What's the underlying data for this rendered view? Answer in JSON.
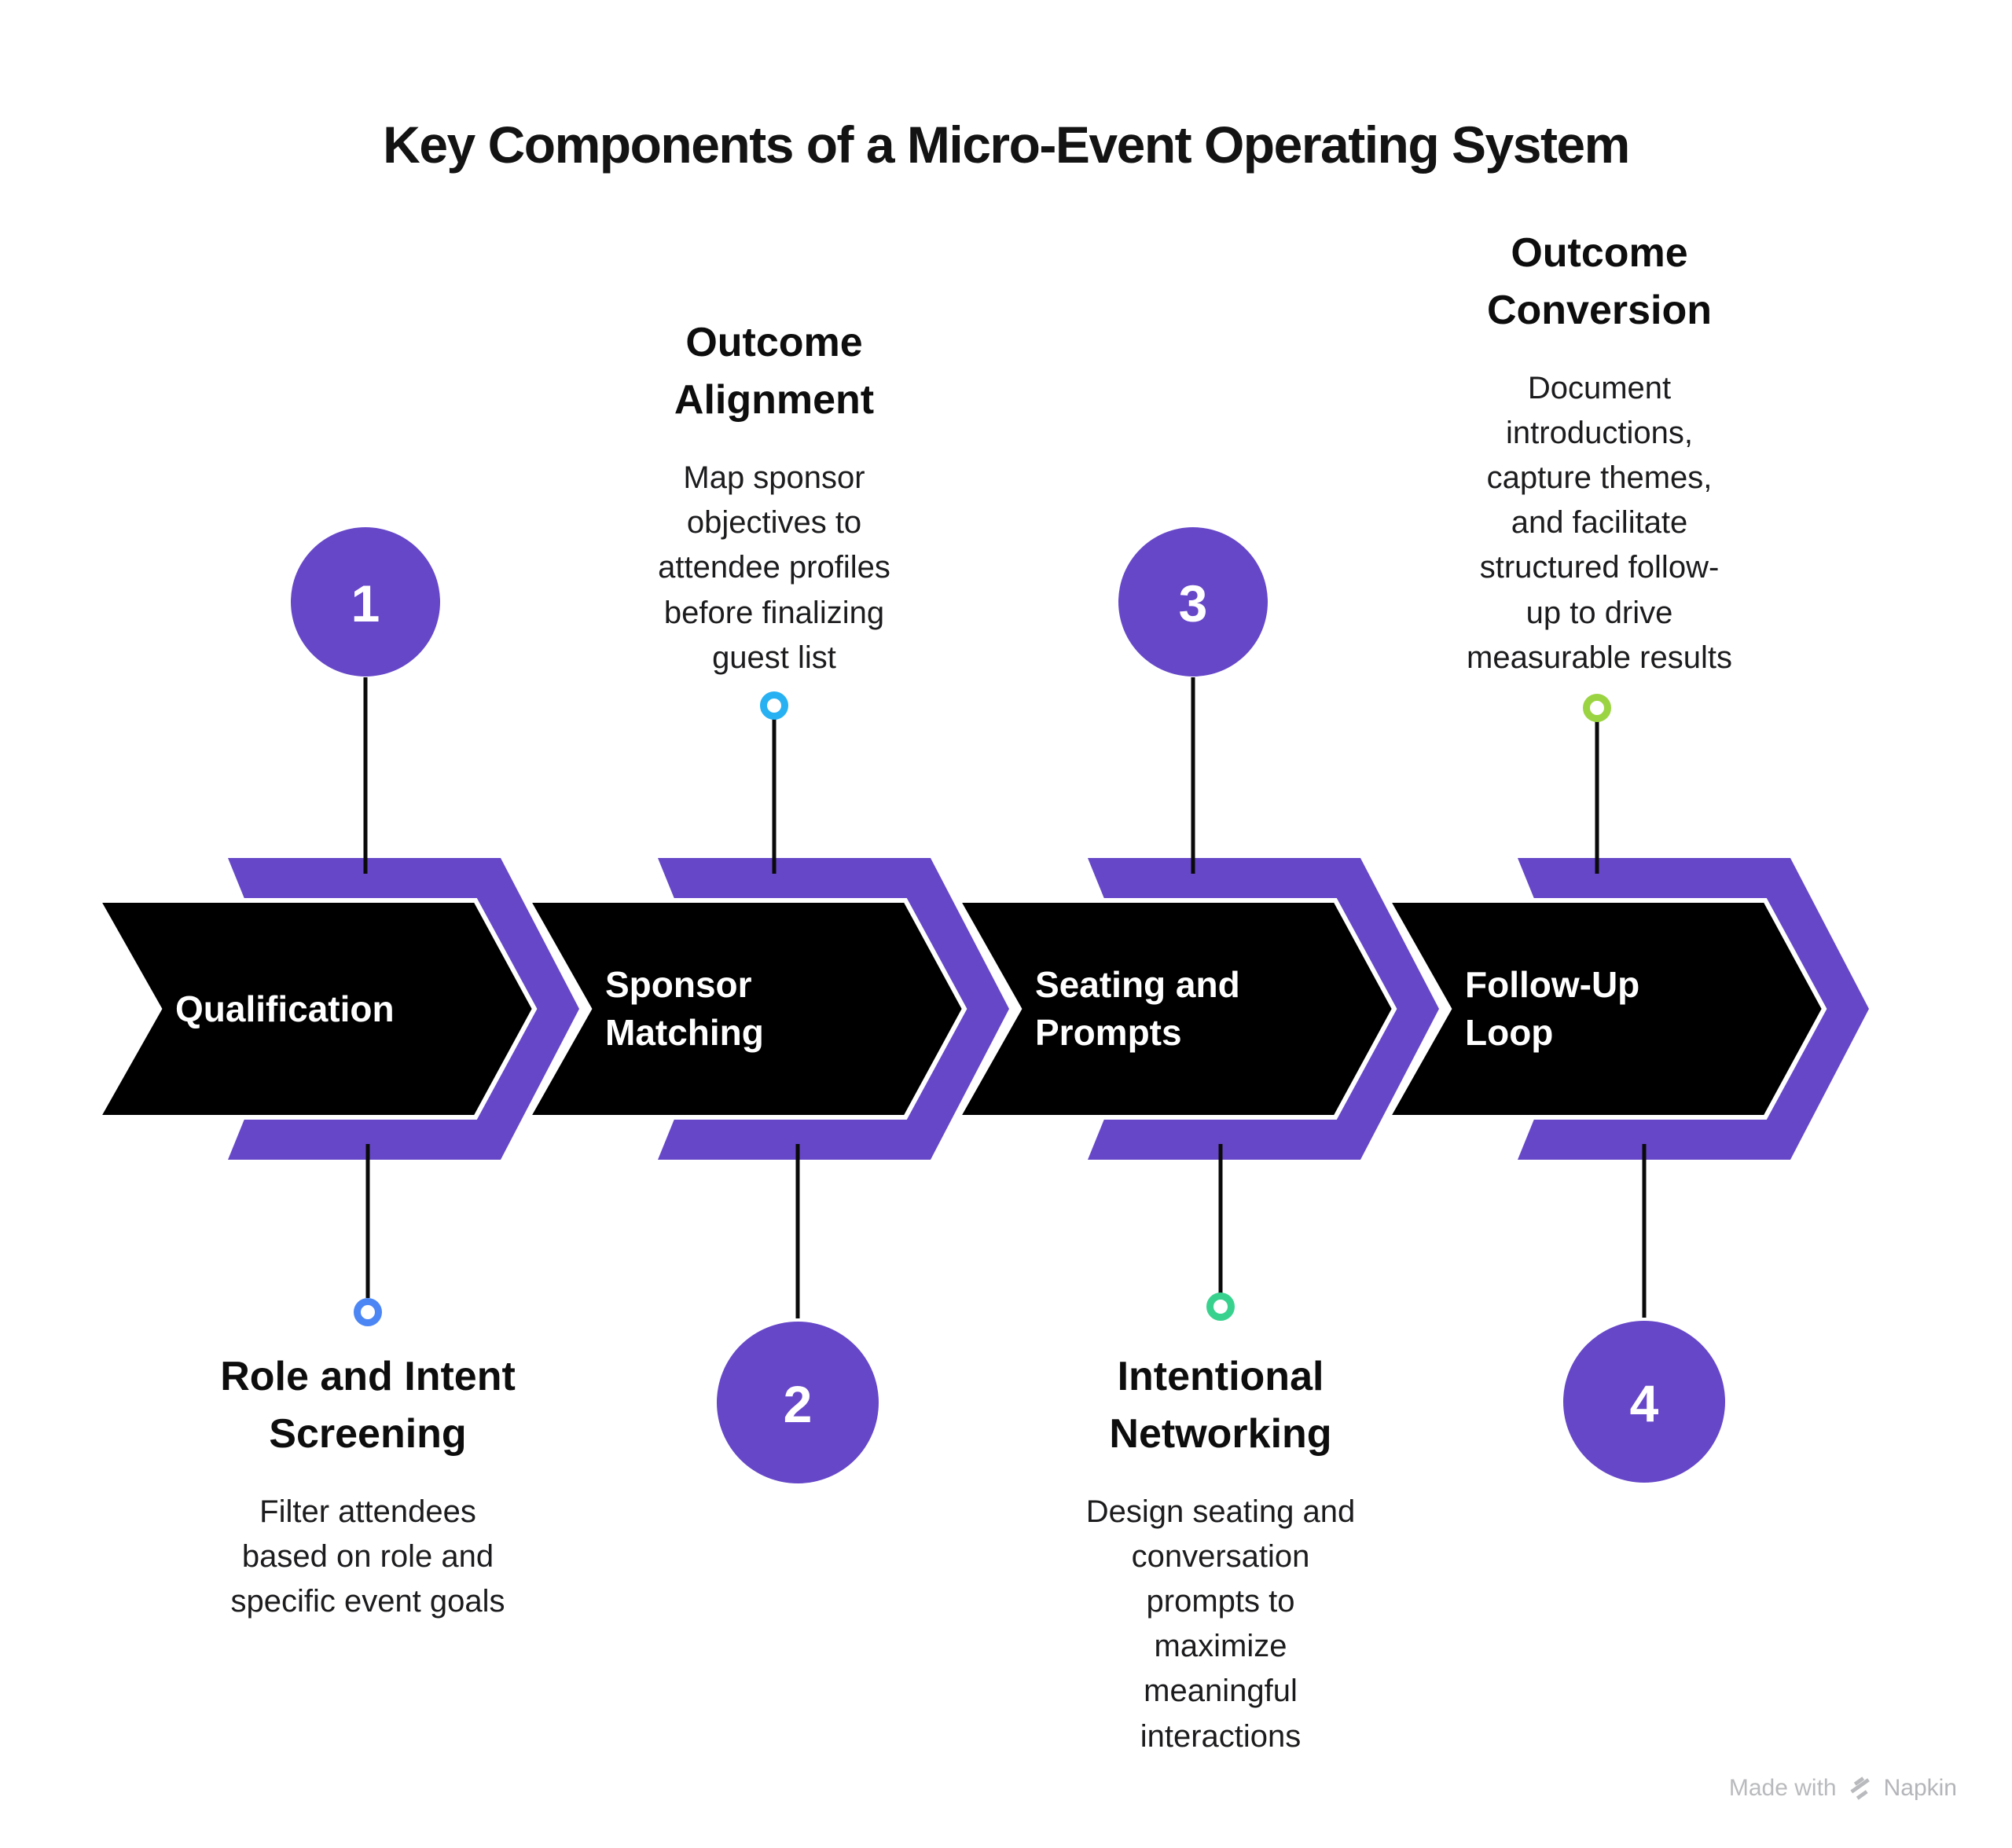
{
  "title": "Key Components of a Micro-Event Operating System",
  "steps": [
    {
      "number": "1",
      "label": "Qualification",
      "callout": {
        "title": "Role and Intent\nScreening",
        "body": "Filter attendees\nbased on role and\nspecific event goals",
        "position": "bottom",
        "marker_color": "#4c86f5"
      }
    },
    {
      "number": "2",
      "label": "Sponsor\nMatching",
      "callout": {
        "title": "Outcome\nAlignment",
        "body": "Map sponsor\nobjectives to\nattendee profiles\nbefore finalizing\nguest list",
        "position": "top",
        "marker_color": "#27b1f3"
      }
    },
    {
      "number": "3",
      "label": "Seating and\nPrompts",
      "callout": {
        "title": "Intentional\nNetworking",
        "body": "Design seating and\nconversation\nprompts to\nmaximize\nmeaningful\ninteractions",
        "position": "bottom",
        "marker_color": "#38d28e"
      }
    },
    {
      "number": "4",
      "label": "Follow-Up\nLoop",
      "callout": {
        "title": "Outcome\nConversion",
        "body": "Document\nintroductions,\ncapture themes,\nand facilitate\nstructured follow-\nup to drive\nmeasurable results",
        "position": "top",
        "marker_color": "#9bd442"
      }
    }
  ],
  "colors": {
    "chevron_back": "#6647c8",
    "chevron_front": "#000000",
    "chevron_outline": "#ffffff",
    "number_circle": "#6647c8",
    "connector_line": "#0a0a0a",
    "marker_fill": "#ffffff",
    "title_text": "#131313",
    "label_text": "#ffffff",
    "footer_text": "#b9babd"
  },
  "footer": {
    "made_with": "Made with",
    "brand": "Napkin"
  }
}
